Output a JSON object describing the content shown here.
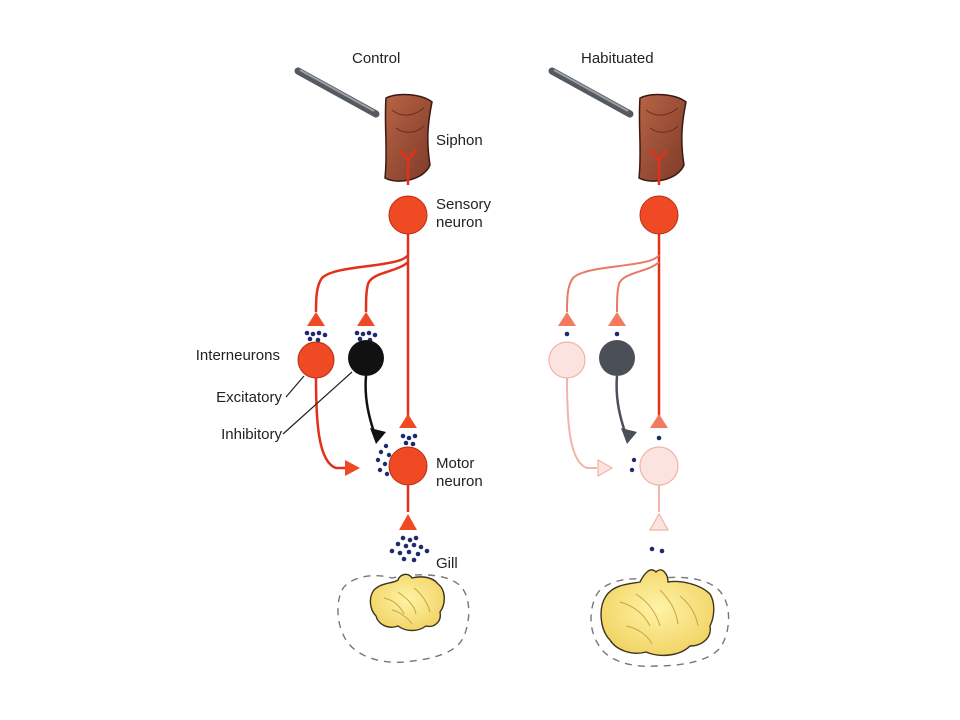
{
  "panels": {
    "control": {
      "title": "Control",
      "siphon": "Siphon",
      "sensory_neuron": [
        "Sensory",
        "neuron"
      ],
      "interneurons": "Interneurons",
      "excitatory": "Excitatory",
      "inhibitory": "Inhibitory",
      "motor_neuron": [
        "Motor",
        "neuron"
      ],
      "gill": "Gill"
    },
    "habituated": {
      "title": "Habituated"
    }
  },
  "colors": {
    "active_neuron": "#f04a24",
    "faded_neuron": "#fbe4e0",
    "faded_axon": "#f2b3a8",
    "inhibitory_cell": "#111111",
    "inhibitory_faded": "#4a4f58",
    "siphon": "#a0503a",
    "gill": "#f6df7a",
    "transmitter": "#1e2a6e"
  }
}
